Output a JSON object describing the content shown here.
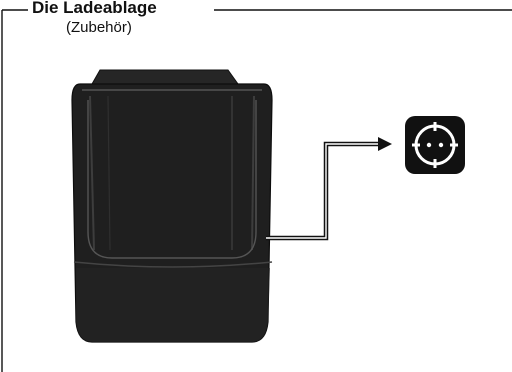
{
  "frame": {
    "title": "Die Ladeablage",
    "subtitle": "(Zubehör)"
  },
  "device": {
    "name": "charging-cradle"
  },
  "cable": {
    "connector": "arrow"
  },
  "icons": {
    "outlet": "power-outlet-icon"
  },
  "colors": {
    "body_dark": "#1a1a1a",
    "body_mid": "#2b2b2b",
    "line": "#111111",
    "background": "#ffffff"
  }
}
